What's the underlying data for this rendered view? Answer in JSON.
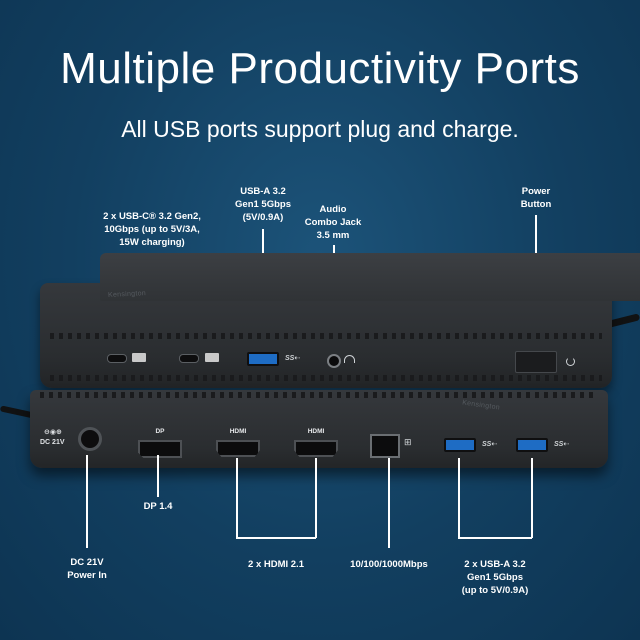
{
  "header": {
    "title": "Multiple Productivity Ports",
    "subtitle": "All USB ports support plug and charge."
  },
  "callouts": {
    "usbc": [
      "2 x USB-C® 3.2 Gen2,",
      "10Gbps (up to 5V/3A,",
      "15W charging)"
    ],
    "usba_top": [
      "USB-A 3.2",
      "Gen1 5Gbps",
      "(5V/0.9A)"
    ],
    "audio": [
      "Audio",
      "Combo Jack",
      "3.5 mm"
    ],
    "power": [
      "Power",
      "Button"
    ],
    "dp": [
      "DP 1.4"
    ],
    "dc": [
      "DC 21V",
      "Power In"
    ],
    "hdmi": [
      "2 x HDMI 2.1"
    ],
    "ethernet": [
      "10/100/1000Mbps"
    ],
    "usba_bottom": [
      "2 x USB-A 3.2",
      "Gen1 5Gbps",
      "(up to 5V/0.9A)"
    ]
  },
  "device": {
    "port_labels": {
      "dp": "DP",
      "hdmi_1": "HDMI",
      "hdmi_2": "HDMI",
      "dc": "DC  21V"
    },
    "brand": "Kensington"
  }
}
